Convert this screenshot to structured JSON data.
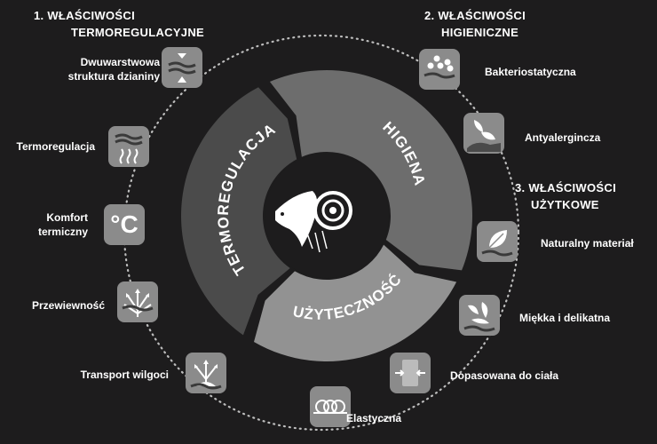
{
  "headers": {
    "group1": {
      "line1": "1. WŁAŚCIWOŚCI",
      "line2": "TERMOREGULACYJNE"
    },
    "group2": {
      "line1": "2. WŁAŚCIWOŚCI",
      "line2": "HIGIENICZNE"
    },
    "group3": {
      "line1": "3. WŁAŚCIWOŚCI",
      "line2": "UŻYTKOWE"
    }
  },
  "ring": {
    "segments": [
      "TERMOREGULACJA",
      "HIGIENA",
      "UŻYTECZNOŚĆ"
    ],
    "colors": {
      "termoregulacja": "#4b4b4b",
      "higiena": "#6d6d6d",
      "uzytecznosc": "#929292",
      "center": "#1d1c1d"
    }
  },
  "features": {
    "dwuwarstwowa": {
      "line1": "Dwuwarstwowa",
      "line2": "struktura dzianiny"
    },
    "termoregulacja": "Termoregulacja",
    "komfort": {
      "line1": "Komfort",
      "line2": "termiczny"
    },
    "celsius": "°C",
    "przewiewnosc": "Przewiewność",
    "transport": "Transport wilgoci",
    "elastyczna": "Elastyczna",
    "dopasowana": "Dopasowana do ciała",
    "miekka": "Miękka i delikatna",
    "naturalny": "Naturalny materiał",
    "antyalergiczna": "Antyalergincza",
    "bakteriostatyczna": "Bakteriostatyczna"
  }
}
